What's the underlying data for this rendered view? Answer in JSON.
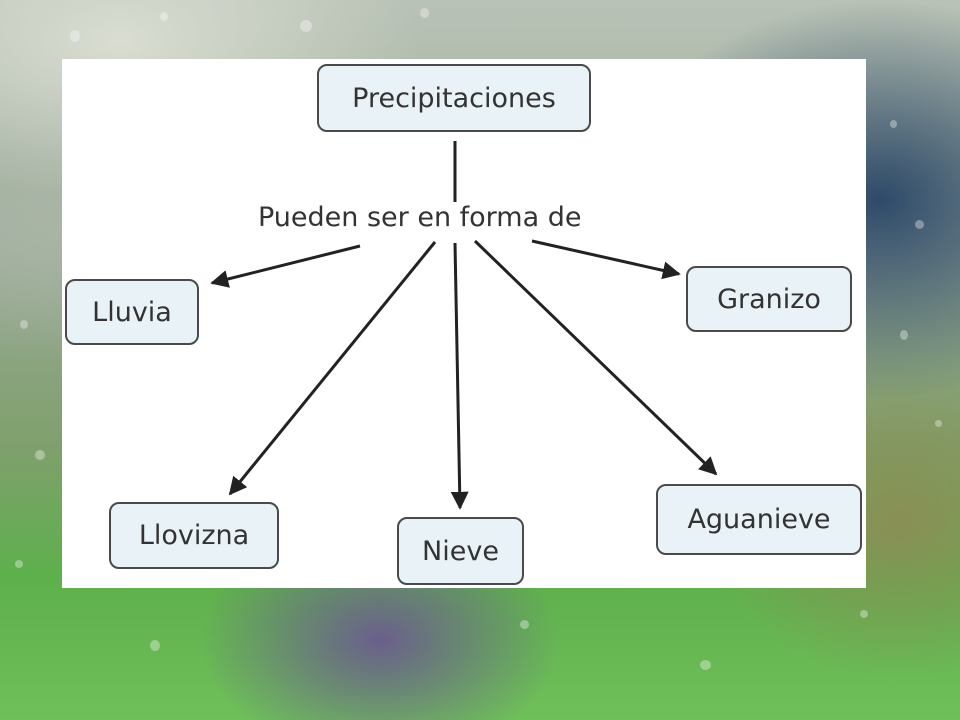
{
  "diagram": {
    "root": "Precipitaciones",
    "linking_phrase": "Pueden ser en forma de",
    "children": [
      "Lluvia",
      "Granizo",
      "Llovizna",
      "Nieve",
      "Aguanieve"
    ]
  },
  "colors": {
    "node_fill": "#e9f2f6",
    "node_border": "#4a4a4a",
    "text": "#333333",
    "arrow": "#222222"
  }
}
